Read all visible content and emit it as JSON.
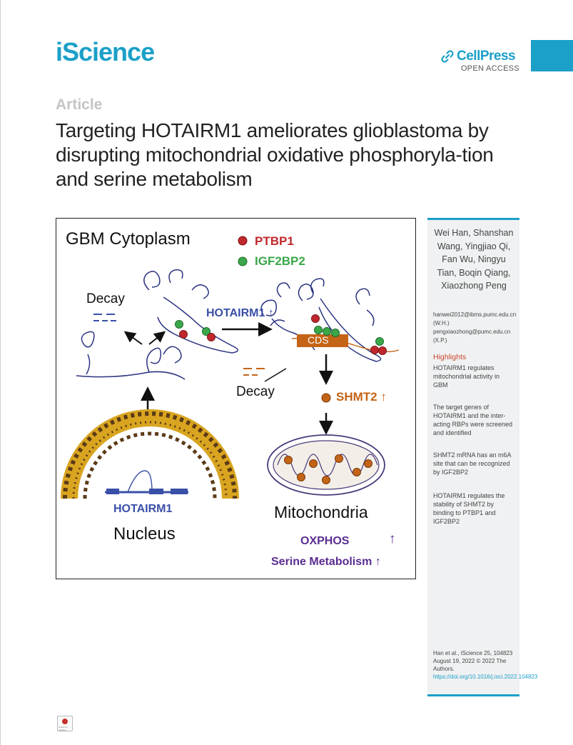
{
  "header": {
    "journal": "iScience",
    "publisher": "CellPress",
    "publisher_tag": "OPEN ACCESS",
    "article_type": "Article",
    "title": "Targeting HOTAIRM1 ameliorates glioblastoma by disrupting mitochondrial oxidative phosphoryla-tion and serine metabolism",
    "brand_color": "#1ba0c8"
  },
  "graphical_abstract": {
    "region": "GBM Cytoplasm",
    "legend": [
      {
        "label": "PTBP1",
        "color": "#c0282d"
      },
      {
        "label": "IGF2BP2",
        "color": "#3aa84a"
      }
    ],
    "decay_top": "Decay",
    "decay_mid": "Decay",
    "hotairm1_cyto": "HOTAIRM1",
    "up_arrow": "↑",
    "cds": "CDS",
    "shmt2": "SHMT2",
    "nucleus_hotairm1": "HOTAIRM1",
    "nucleus": "Nucleus",
    "mitochondria": "Mitochondria",
    "oxphos": "OXPHOS",
    "serine": "Serine Metabolism"
  },
  "sidebar": {
    "authors": "Wei Han, Shanshan Wang, Yingjiao Qi, Fan Wu, Ningyu Tian, Boqin Qiang, Xiaozhong Peng",
    "email1": "hanwei2012@ibms.pumc.edu.cn (W.H.)",
    "email2": "pengxiaozhong@pumc.edu.cn (X.P.)",
    "highlights_title": "Highlights",
    "highlights": [
      "HOTAIRM1 regulates mitochondrial activity in GBM",
      "The target genes of HOTAIRM1 and the inter-acting RBPs were screened and identified",
      "SHMT2 mRNA has an m6A site that can be recognized by IGF2BP2",
      "HOTAIRM1 regulates the stability of SHMT2 by binding to PTBP1 and IGF2BP2"
    ],
    "citation": "Han et al., iScience 25, 104823 August 19, 2022 © 2022 The Authors.",
    "doi": "https://doi.org/10.1016/j.isci.2022.104823"
  },
  "badge": {
    "label": "Check for updates"
  }
}
